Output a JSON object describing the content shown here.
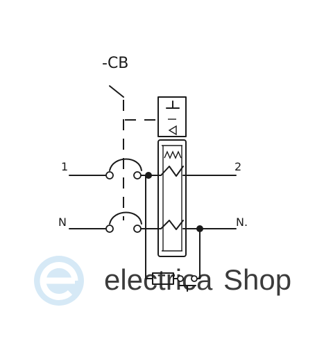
{
  "title": "-CB",
  "terminals": {
    "line_in": "1",
    "line_out": "2",
    "neutral_in": "N",
    "neutral_out": "N."
  },
  "watermark": {
    "brand_light": "electrica",
    "brand_dark": "Shop",
    "color_light": "#bcdcf0",
    "color_dark": "#c9c9c9"
  }
}
